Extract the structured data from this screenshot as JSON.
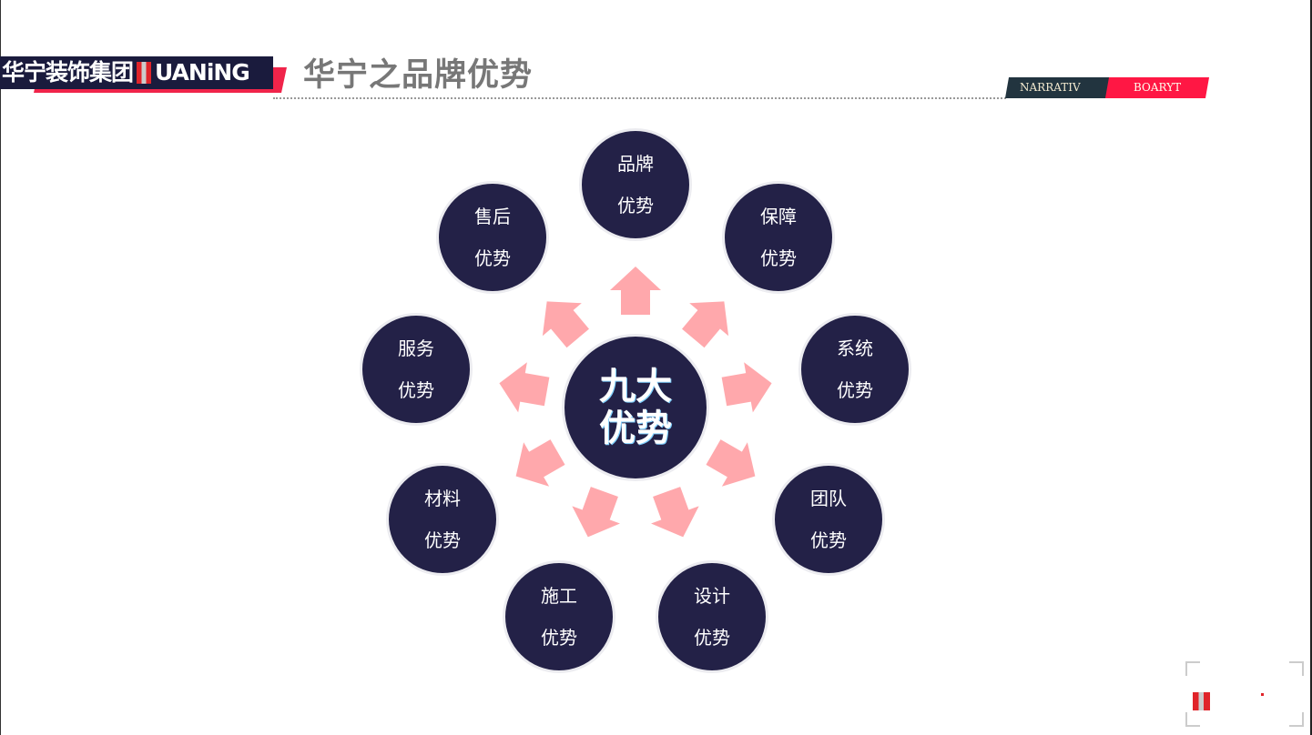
{
  "logo": {
    "cn": "华宁装饰集团",
    "en": "UANiNG"
  },
  "header": {
    "title": "华宁之品牌优势",
    "tag_left": "NARRATIV",
    "tag_right": "BOARYT"
  },
  "diagram": {
    "center": {
      "line1": "九大",
      "line2": "优势"
    },
    "items": [
      {
        "line1": "品牌",
        "line2": "优势"
      },
      {
        "line1": "保障",
        "line2": "优势"
      },
      {
        "line1": "系统",
        "line2": "优势"
      },
      {
        "line1": "团队",
        "line2": "优势"
      },
      {
        "line1": "设计",
        "line2": "优势"
      },
      {
        "line1": "施工",
        "line2": "优势"
      },
      {
        "line1": "材料",
        "line2": "优势"
      },
      {
        "line1": "服务",
        "line2": "优势"
      },
      {
        "line1": "售后",
        "line2": "优势"
      }
    ]
  },
  "colors": {
    "circle": "#232147",
    "arrow": "#ffa8ac",
    "accent": "#ff1744",
    "navy": "#22343f"
  }
}
